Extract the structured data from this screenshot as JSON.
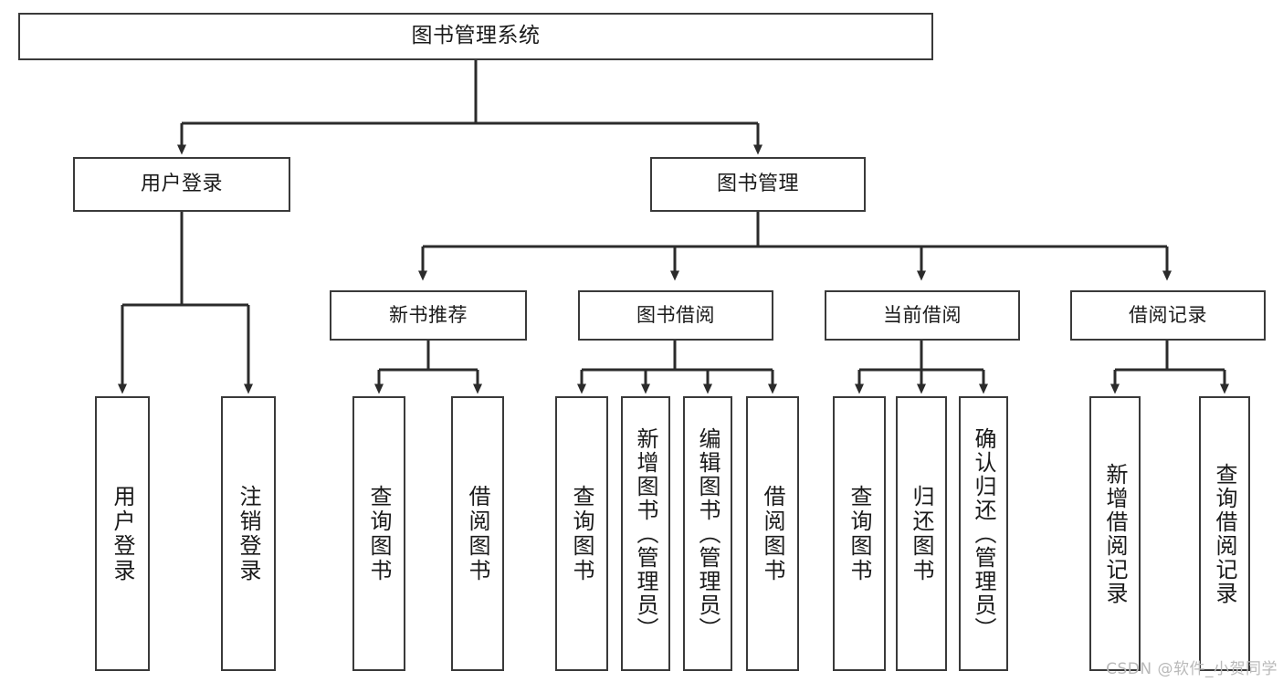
{
  "diagram": {
    "title": "图书管理系统",
    "type": "hierarchy-tree",
    "watermark": "CSDN @软件_小贺同学",
    "colors": {
      "box_border": "#3a3a3a",
      "box_fill": "#ffffff",
      "edge": "#2b2b2b",
      "text": "#1a1a1a",
      "watermark": "#b9b9b9"
    },
    "levels": {
      "root": {
        "label": "图书管理系统"
      },
      "level2": [
        {
          "label": "用户登录"
        },
        {
          "label": "图书管理"
        }
      ],
      "level3": [
        {
          "label": "新书推荐"
        },
        {
          "label": "图书借阅"
        },
        {
          "label": "当前借阅"
        },
        {
          "label": "借阅记录"
        }
      ],
      "leaves": {
        "user_login": [
          {
            "label": "用户登录"
          },
          {
            "label": "注销登录"
          }
        ],
        "new_book_recommend": [
          {
            "label": "查询图书"
          },
          {
            "label": "借阅图书"
          }
        ],
        "book_borrow": [
          {
            "label": "查询图书"
          },
          {
            "label": "新增图书（管理员）"
          },
          {
            "label": "编辑图书（管理员）"
          },
          {
            "label": "借阅图书"
          }
        ],
        "current_borrow": [
          {
            "label": "查询图书"
          },
          {
            "label": "归还图书"
          },
          {
            "label": "确认归还（管理员）"
          }
        ],
        "borrow_record": [
          {
            "label": "新增借阅记录"
          },
          {
            "label": "查询借阅记录"
          }
        ]
      }
    }
  }
}
